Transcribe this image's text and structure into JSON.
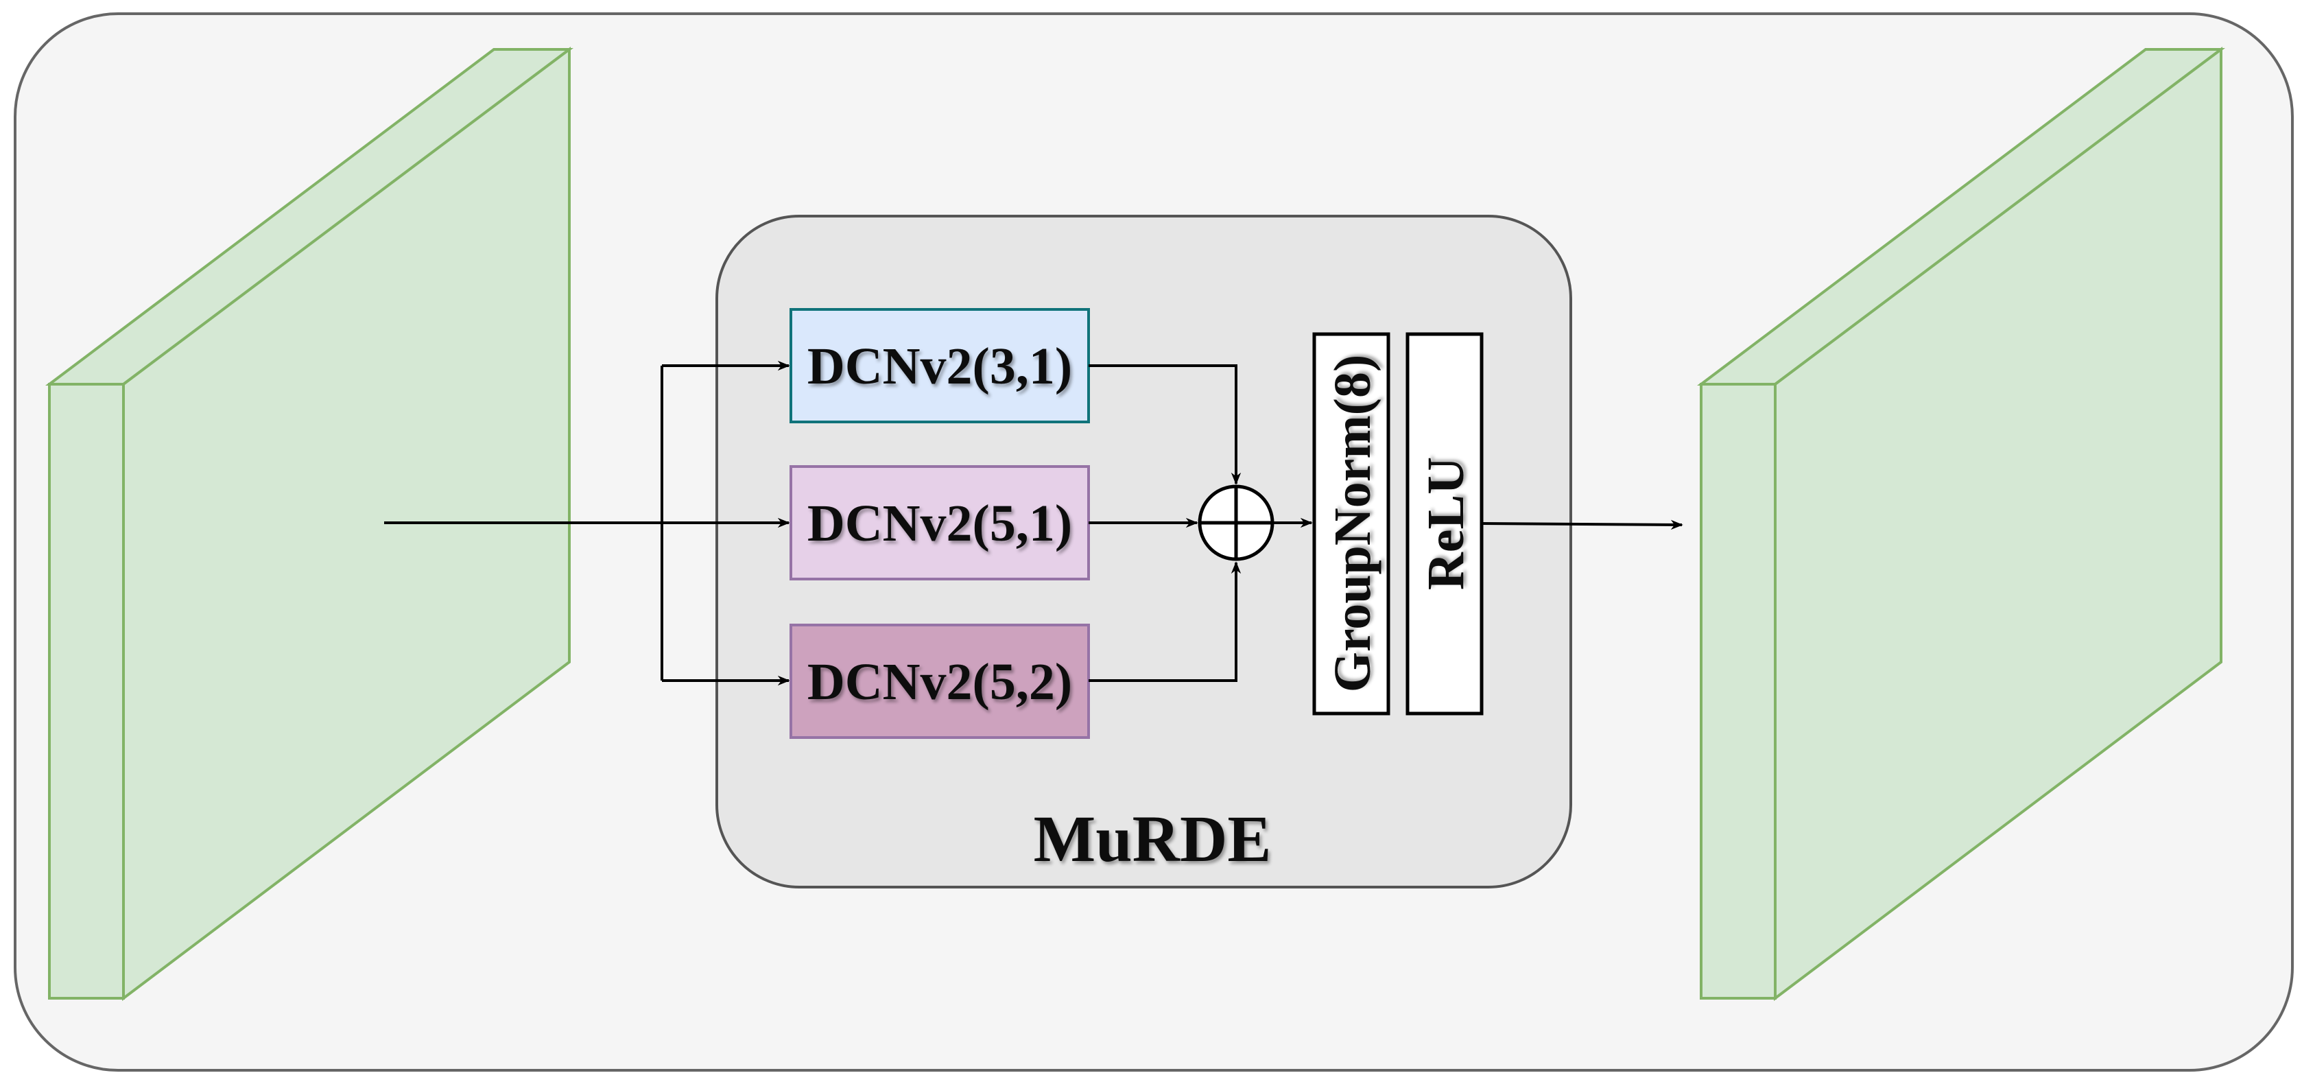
{
  "module": {
    "title": "MuRDE"
  },
  "branches": [
    {
      "label": "DCNv2(3,1)",
      "fill": "#dae8fc",
      "stroke": "#10737a"
    },
    {
      "label": "DCNv2(5,1)",
      "fill": "#e6d0e8",
      "stroke": "#9673a6"
    },
    {
      "label": "DCNv2(5,2)",
      "fill": "#cda2be",
      "stroke": "#9673a6"
    }
  ],
  "post_ops": [
    {
      "label": "GroupNorm(8)"
    },
    {
      "label": "ReLU"
    }
  ],
  "feature_map_color": "#d5e8d4",
  "feature_map_stroke": "#82b366",
  "background": "#f5f5f5",
  "module_background": "#e6e6e6",
  "operator": "element-wise-sum"
}
